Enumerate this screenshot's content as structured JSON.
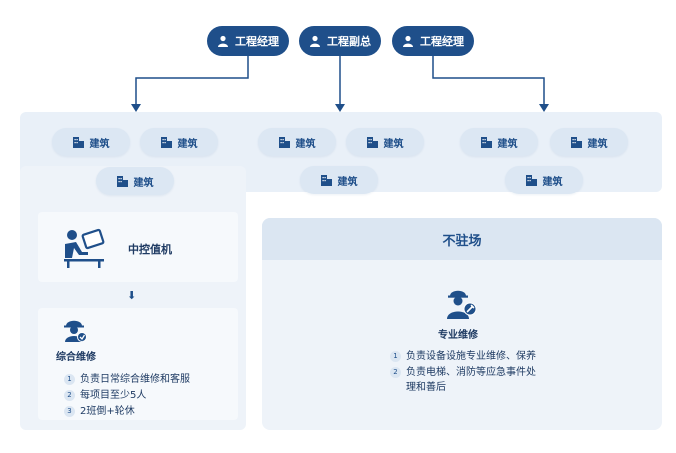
{
  "managers": [
    {
      "label": "工程经理"
    },
    {
      "label": "工程副总"
    },
    {
      "label": "工程经理"
    }
  ],
  "buildings": [
    {
      "label": "建筑"
    },
    {
      "label": "建筑"
    },
    {
      "label": "建筑"
    },
    {
      "label": "建筑"
    },
    {
      "label": "建筑"
    },
    {
      "label": "建筑"
    },
    {
      "label": "建筑"
    },
    {
      "label": "建筑"
    },
    {
      "label": "建筑"
    }
  ],
  "left": {
    "control_title": "中控值机",
    "arrow": "⬇",
    "maintenance_title": "综合维修",
    "items": [
      {
        "num": "1",
        "text": "负责日常综合维修和客服"
      },
      {
        "num": "2",
        "text": "每项目至少5人"
      },
      {
        "num": "3",
        "text": "2班倒+轮休"
      }
    ]
  },
  "right": {
    "header": "不驻场",
    "title": "专业维修",
    "items": [
      {
        "num": "1",
        "lines": [
          "负责设备设施专业维修、保养"
        ]
      },
      {
        "num": "2",
        "lines": [
          "负责电梯、消防等应急事件处",
          "理和善后"
        ]
      }
    ]
  },
  "colors": {
    "primary": "#1f4f8a",
    "chip": "#dce7f3",
    "band": "#e9f0f8"
  }
}
